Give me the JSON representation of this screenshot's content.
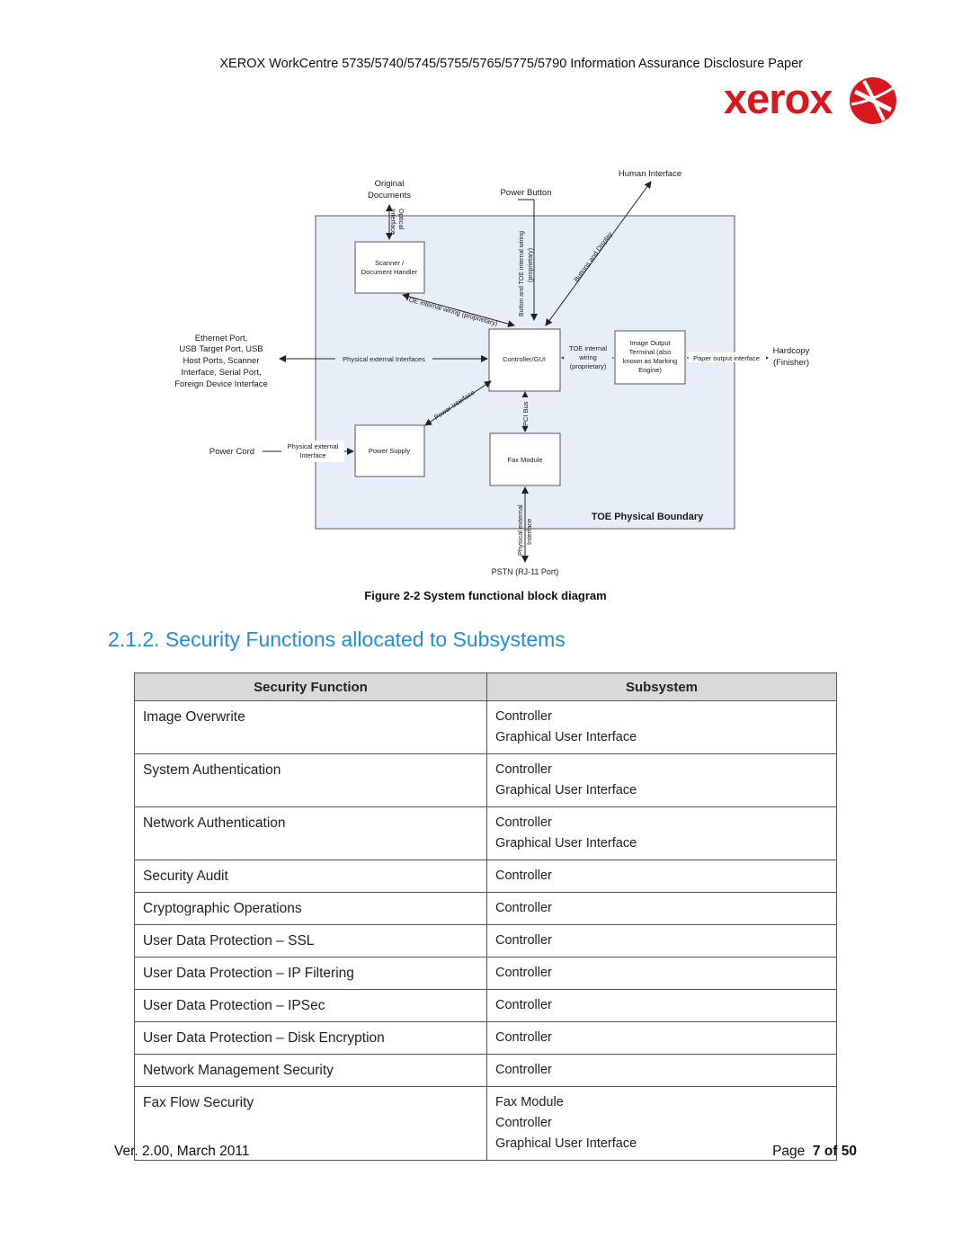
{
  "header": {
    "title": "XEROX WorkCentre 5735/5740/5745/5755/5765/5775/5790 Information Assurance Disclosure Paper",
    "logo_text": "xerox"
  },
  "diagram": {
    "labels": {
      "original_documents_1": "Original",
      "original_documents_2": "Documents",
      "optical_interface_1": "Optical",
      "optical_interface_2": "Interface",
      "power_button": "Power Button",
      "button_wiring_1": "Button and TOE internal wiring",
      "button_wiring_2": "(proprietary)",
      "human_interface": "Human Interface",
      "buttons_display": "Buttons and Display",
      "scanner_1": "Scanner /",
      "scanner_2": "Document Handler",
      "toe_internal_wiring": "TOE internal wiring (proprietary)",
      "ethernet_1": "Ethernet Port,",
      "ethernet_2": "USB Target Port, USB",
      "ethernet_3": "Host Ports, Scanner",
      "ethernet_4": "Interface, Serial Port,",
      "ethernet_5": "Foreign Device Interface",
      "physical_external_interfaces": "Physical external Interfaces",
      "controller": "Controller/GUI",
      "toe_wiring_1": "TOE internal",
      "toe_wiring_2": "wiring",
      "toe_wiring_3": "(proprietary)",
      "iot_1": "Image Output",
      "iot_2": "Terminal (also",
      "iot_3": "known as Marking",
      "iot_4": "Engine)",
      "paper_output": "Paper output interface",
      "hardcopy_1": "Hardcopy",
      "hardcopy_2": "(Finisher)",
      "power_interface": "Power Interface",
      "pci_bus": "PCI Bus",
      "power_cord": "Power Cord",
      "phys_ext_1": "Physical external",
      "phys_ext_2": "Interface",
      "power_supply": "Power Supply",
      "fax_module": "Fax Module",
      "toe_boundary": "TOE Physical Boundary",
      "fax_ext_1": "Physical external",
      "fax_ext_2": "Interface",
      "pstn": "PSTN (RJ-11 Port)"
    }
  },
  "caption": "Figure 2-2 System functional block diagram",
  "section": {
    "heading": "2.1.2. Security Functions allocated to Subsystems"
  },
  "table": {
    "headers": [
      "Security Function",
      "Subsystem"
    ],
    "rows": [
      {
        "function": "Image Overwrite",
        "subsystems": [
          "Controller",
          "Graphical User Interface"
        ]
      },
      {
        "function": "System Authentication",
        "subsystems": [
          "Controller",
          "Graphical User Interface"
        ]
      },
      {
        "function": "Network Authentication",
        "subsystems": [
          "Controller",
          "Graphical User Interface"
        ]
      },
      {
        "function": "Security Audit",
        "subsystems": [
          "Controller"
        ]
      },
      {
        "function": "Cryptographic Operations",
        "subsystems": [
          "Controller"
        ]
      },
      {
        "function": "User Data Protection – SSL",
        "subsystems": [
          "Controller"
        ]
      },
      {
        "function": "User Data Protection – IP Filtering",
        "subsystems": [
          "Controller"
        ]
      },
      {
        "function": "User Data Protection – IPSec",
        "subsystems": [
          "Controller"
        ]
      },
      {
        "function": "User Data Protection – Disk Encryption",
        "subsystems": [
          "Controller"
        ]
      },
      {
        "function": "Network Management Security",
        "subsystems": [
          "Controller"
        ]
      },
      {
        "function": "Fax Flow Security",
        "subsystems": [
          "Fax Module",
          "Controller",
          "Graphical User Interface"
        ]
      }
    ]
  },
  "footer": {
    "version": "Ver. 2.00, March 2011",
    "page_prefix": "Page",
    "page_number": "7 of 50"
  },
  "colors": {
    "heading_blue": "#1e90d6",
    "xerox_red": "#d7191f",
    "boundary_fill": "#e8eef8"
  }
}
